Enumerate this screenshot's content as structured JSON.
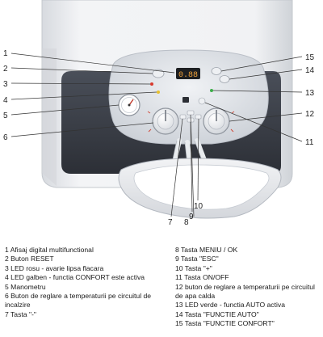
{
  "display": {
    "reading": "0.88"
  },
  "callouts": [
    "1",
    "2",
    "3",
    "4",
    "5",
    "6",
    "7",
    "8",
    "9",
    "10",
    "11",
    "12",
    "13",
    "14",
    "15"
  ],
  "legend": {
    "left": [
      "1 Afisaj digital multifunctional",
      "2 Buton RESET",
      "3 LED rosu - avarie lipsa flacara",
      "4 LED galben - functia CONFORT este activa",
      "5 Manometru",
      "6 Buton de reglare a temperaturii pe circuitul de incalzire",
      "7 Tasta \"-\""
    ],
    "right": [
      "8 Tasta MENIU / OK",
      "9 Tasta \"ESC\"",
      "10 Tasta \"+\"",
      "11 Tasta ON/OFF",
      "12 buton de reglare a temperaturii pe circuitul de apa calda",
      "13 LED verde - functia AUTO activa",
      "14 Tasta \"FUNCTIE AUTO\"",
      "15 Tasta \"FUNCTIE CONFORT\""
    ]
  },
  "colors": {
    "boiler_body": "#e9ebee",
    "dark_panel": "#3a3e47",
    "control_panel": "#dde1e6",
    "display_bg": "#1d1f22",
    "display_digits": "#f0a23a"
  }
}
